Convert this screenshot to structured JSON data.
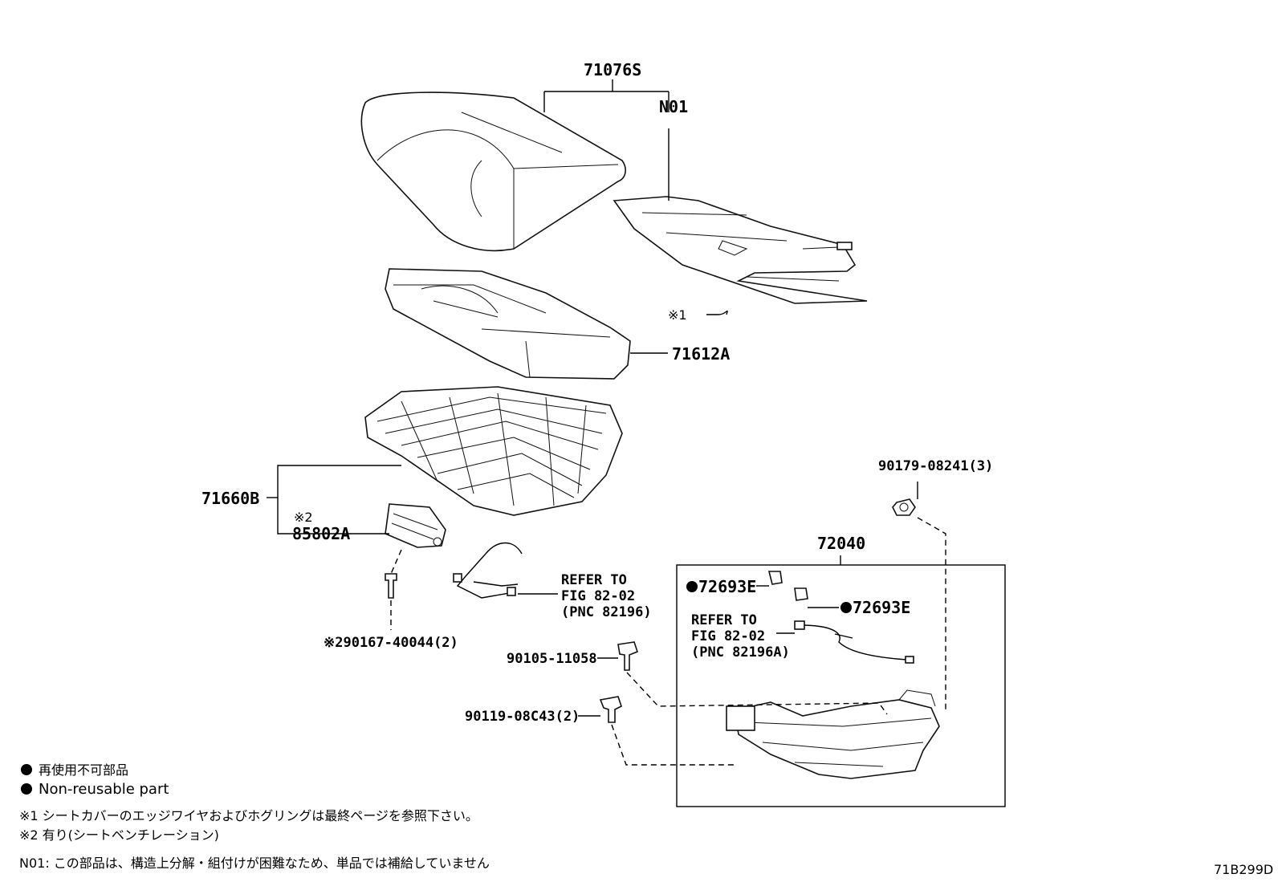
{
  "diagram_code": "71B299D",
  "parts": {
    "p71076S": "71076S",
    "n01": "N01",
    "note1_mark": "※1",
    "p71612A": "71612A",
    "p71660B": "71660B",
    "note2_mark": "※2",
    "p85802A": "85802A",
    "p90167": "※290167-40044(2)",
    "refer1_line1": "REFER TO",
    "refer1_line2": "FIG 82-02",
    "refer1_line3": "(PNC 82196)",
    "p90179": "90179-08241(3)",
    "p72040": "72040",
    "p72693E_a": "72693E",
    "p72693E_b": "72693E",
    "refer2_line1": "REFER TO",
    "refer2_line2": "FIG 82-02",
    "refer2_line3": "(PNC 82196A)",
    "p90105": "90105-11058",
    "p90119": "90119-08C43(2)"
  },
  "legend": {
    "bullet_jp": "再使用不可部品",
    "bullet_en": "Non-reusable part",
    "note1": "※1 シートカバーのエッジワイヤおよびホグリングは最終ページを参照下さい。",
    "note2": "※2 有り(シートベンチレーション)",
    "n01_note": "N01: この部品は、構造上分解・組付けが困難なため、単品では補給していません"
  }
}
